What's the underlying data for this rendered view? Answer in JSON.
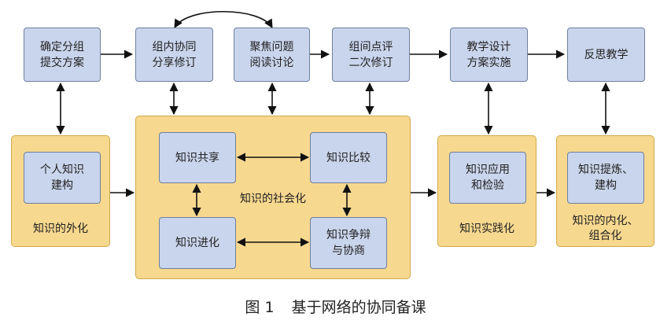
{
  "top_row": {
    "group": "确定分组\n提交方案",
    "share_revise": "组内协同\n分享修订",
    "focus_read": "聚焦问题\n阅读讨论",
    "review_revise": "组间点评\n二次修订",
    "implement": "教学设计\n方案实施",
    "reflect": "反思教学"
  },
  "externalization": {
    "box": "个人知识\n建构",
    "label": "知识的外化"
  },
  "socialization": {
    "label": "知识的社会化",
    "share": "知识共享",
    "compare": "知识比较",
    "advance": "知识进化",
    "debate": "知识争辩\n与协商"
  },
  "practice": {
    "box": "知识应用\n和检验",
    "label": "知识实践化"
  },
  "internalization": {
    "box": "知识提炼、\n建构",
    "label": "知识的内化、\n组合化"
  },
  "caption": {
    "number": "图 1",
    "title": "基于网络的协同备课"
  },
  "colors": {
    "box_fill": "#c9d5ec",
    "box_border": "#6e7f9e",
    "panel_fill": "#f7d88f",
    "panel_border": "#d2a94a",
    "arrow": "#111111"
  }
}
